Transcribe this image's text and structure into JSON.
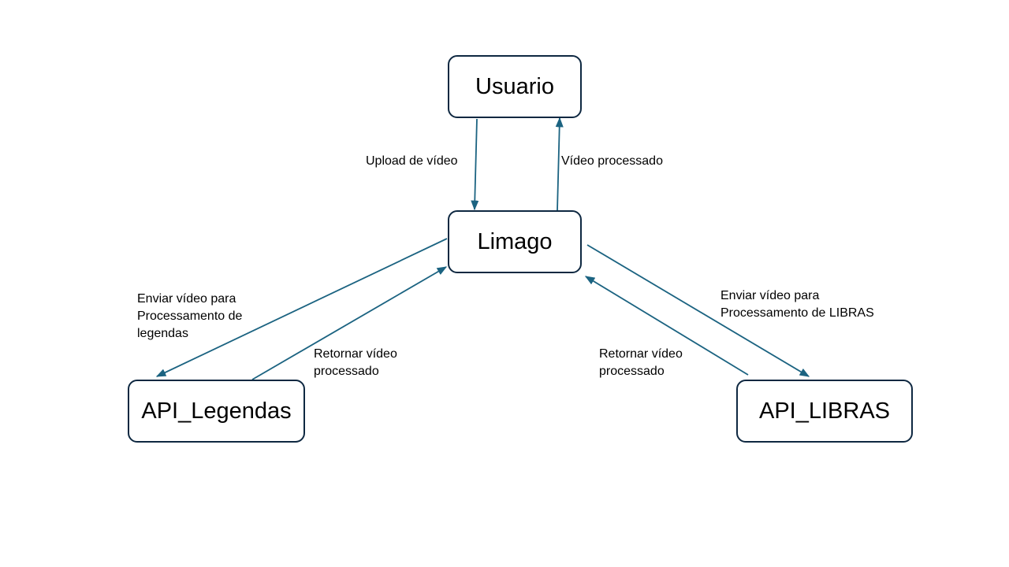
{
  "colors": {
    "node_border": "#0e2841",
    "edge": "#1b6381",
    "text": "#000000",
    "background": "#ffffff"
  },
  "nodes": {
    "usuario": "Usuario",
    "limago": "Limago",
    "api_legendas": "API_Legendas",
    "api_libras": "API_LIBRAS"
  },
  "edges": {
    "upload": "Upload de vídeo",
    "video_processado": "Vídeo processado",
    "enviar_legendas": "Enviar vídeo para\nProcessamento de\nlegendas",
    "retornar_legendas": "Retornar vídeo\nprocessado",
    "enviar_libras": "Enviar vídeo para\nProcessamento de LIBRAS",
    "retornar_libras": "Retornar vídeo\nprocessado"
  }
}
